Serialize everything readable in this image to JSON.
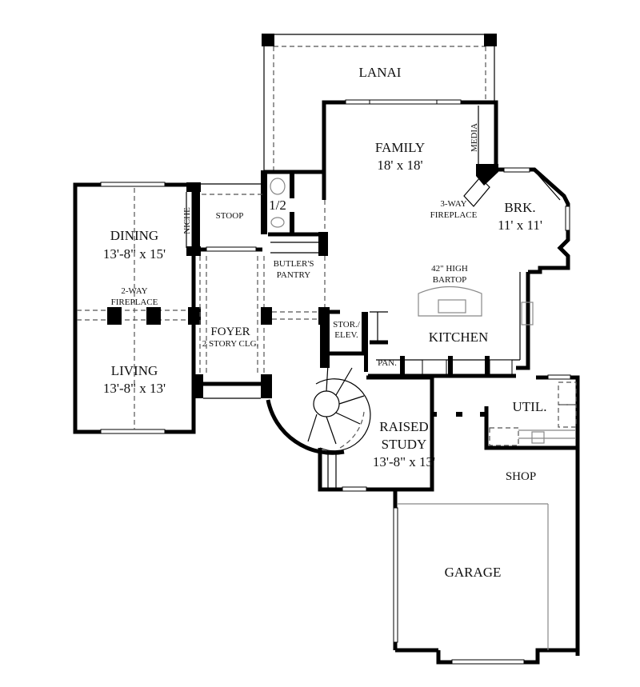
{
  "plan": {
    "rooms": {
      "lanai": {
        "name": "LANAI"
      },
      "family": {
        "name": "FAMILY",
        "size": "18' x 18'"
      },
      "media": {
        "name": "MEDIA"
      },
      "fireplace3": {
        "line1": "3-WAY",
        "line2": "FIREPLACE"
      },
      "breakfast": {
        "name": "BRK.",
        "size": "11' x 11'"
      },
      "half_bath": {
        "name": "1/2"
      },
      "stoop": {
        "name": "STOOP"
      },
      "niche": {
        "name": "NICHE"
      },
      "dining": {
        "name": "DINING",
        "size": "13'-8\" x 15'"
      },
      "fireplace2": {
        "line1": "2-WAY",
        "line2": "FIREPLACE"
      },
      "butlers_pantry": {
        "line1": "BUTLER'S",
        "line2": "PANTRY"
      },
      "bartop": {
        "line1": "42\" HIGH",
        "line2": "BARTOP"
      },
      "foyer": {
        "name": "FOYER",
        "note": "2 STORY CLG."
      },
      "stor_elev": {
        "line1": "STOR./",
        "line2": "ELEV."
      },
      "kitchen": {
        "name": "KITCHEN"
      },
      "pantry": {
        "name": "PAN."
      },
      "living": {
        "name": "LIVING",
        "size": "13'-8\" x 13'"
      },
      "study": {
        "line1": "RAISED",
        "line2": "STUDY",
        "size": "13'-8\" x 13'"
      },
      "utility": {
        "name": "UTIL."
      },
      "shop": {
        "name": "SHOP"
      },
      "garage": {
        "name": "GARAGE"
      }
    }
  }
}
